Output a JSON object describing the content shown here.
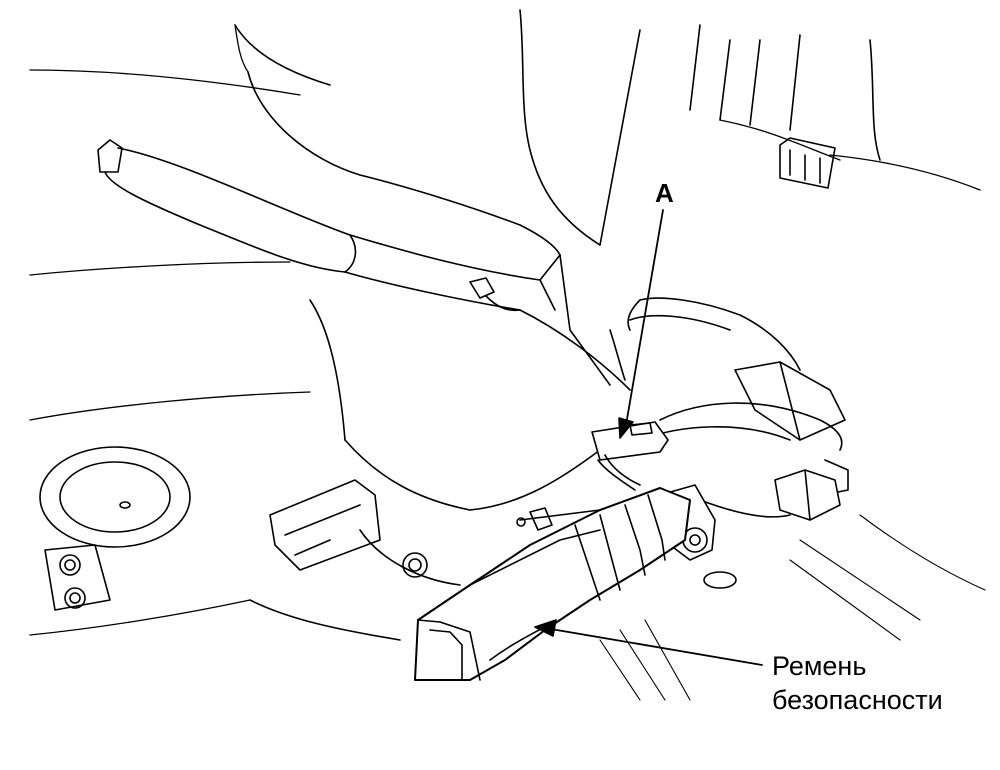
{
  "diagram": {
    "callout_a": "A",
    "seat_belt_label_line1": "Ремень",
    "seat_belt_label_line2": "безопасности"
  }
}
